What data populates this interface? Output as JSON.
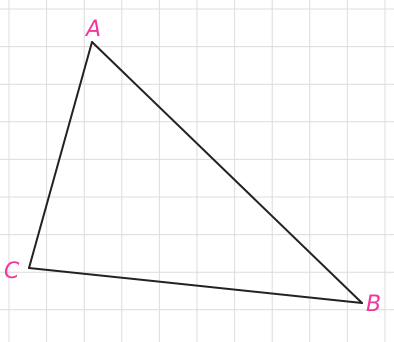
{
  "colors": {
    "label": "#f0389a",
    "edge": "#222222",
    "grid": "#dcdcdc",
    "background": "#ffffff"
  },
  "vertices": {
    "A": {
      "label": "A"
    },
    "B": {
      "label": "B"
    },
    "C": {
      "label": "C"
    }
  }
}
